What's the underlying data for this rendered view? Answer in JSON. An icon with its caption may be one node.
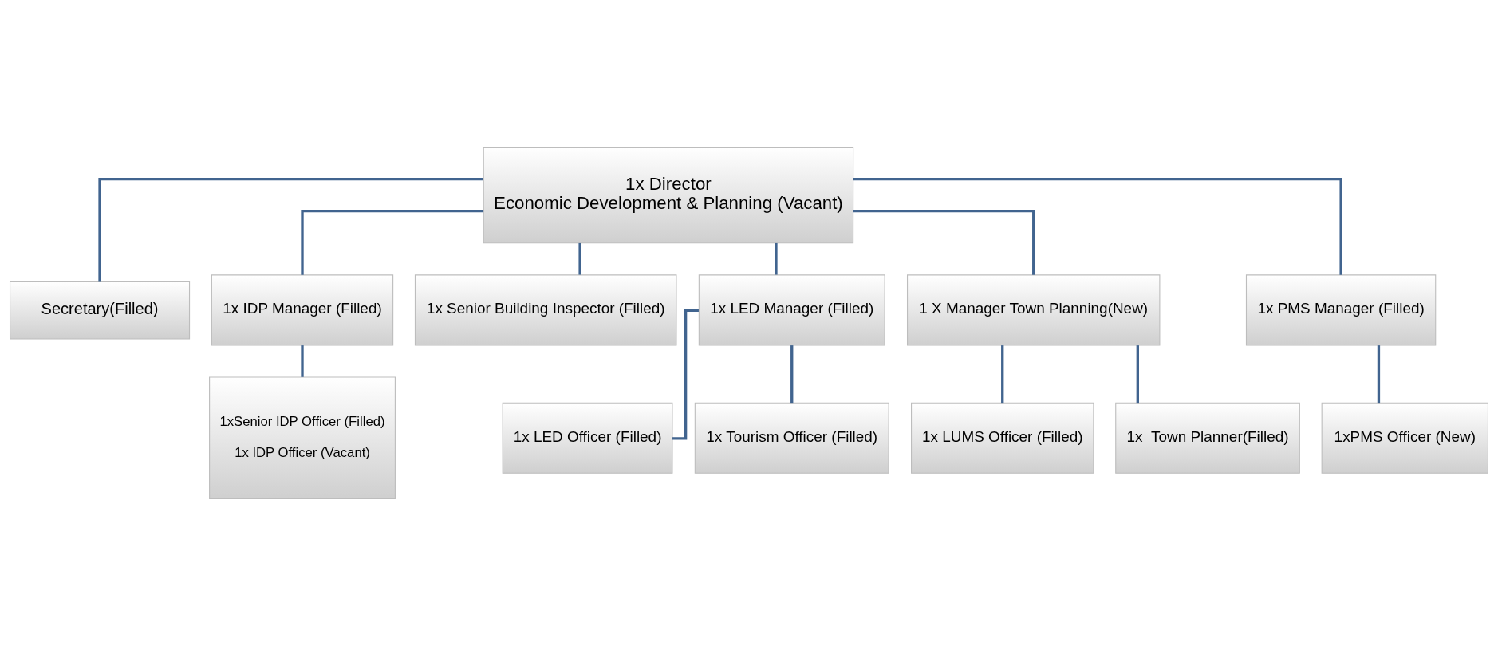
{
  "diagram": {
    "nodes": [
      {
        "text": [
          "1x Director",
          "Economic Development & Planning (Vacant)"
        ]
      },
      {
        "text": [
          "Secretary(Filled)"
        ]
      },
      {
        "text": [
          "1x IDP Manager (Filled)"
        ]
      },
      {
        "text": [
          "1x Senior Building Inspector (Filled)"
        ]
      },
      {
        "text": [
          "1x LED Manager (Filled)"
        ]
      },
      {
        "text": [
          "1 X Manager Town Planning(New)"
        ]
      },
      {
        "text": [
          "1x PMS Manager (Filled)"
        ]
      },
      {
        "text": [
          "1xSenior IDP Officer (Filled)",
          "1x IDP Officer (Vacant)"
        ]
      },
      {
        "text": [
          "1x LED Officer (Filled)"
        ]
      },
      {
        "text": [
          "1x Tourism Officer (Filled)"
        ]
      },
      {
        "text": [
          "1x LUMS Officer (Filled)"
        ]
      },
      {
        "text": [
          "1x  Town Planner(Filled)"
        ]
      },
      {
        "text": [
          "1xPMS Officer (New)"
        ]
      }
    ],
    "edges": [
      {
        "from": 0,
        "to": 1,
        "arrow": "none"
      },
      {
        "from": 0,
        "to": 2,
        "arrow": "none"
      },
      {
        "from": 0,
        "to": 3,
        "arrow": "none"
      },
      {
        "from": 0,
        "to": 4,
        "arrow": "none"
      },
      {
        "from": 0,
        "to": 5,
        "arrow": "none"
      },
      {
        "from": 0,
        "to": 6,
        "arrow": "none"
      },
      {
        "from": 2,
        "to": 7,
        "arrow": "none"
      },
      {
        "from": 4,
        "to": 8,
        "arrow": "none"
      },
      {
        "from": 4,
        "to": 9,
        "arrow": "none"
      },
      {
        "from": 5,
        "to": 10,
        "arrow": "none"
      },
      {
        "from": 5,
        "to": 11,
        "arrow": "none"
      },
      {
        "from": 6,
        "to": 12,
        "arrow": "none"
      }
    ]
  }
}
